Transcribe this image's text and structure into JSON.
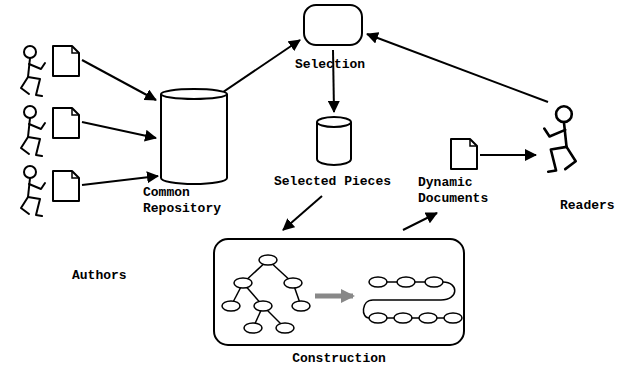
{
  "diagram": {
    "nodes": [
      {
        "text": [
          "Authors"
        ]
      },
      {
        "text": [
          "Common Repository"
        ]
      },
      {
        "text": [
          "Selection"
        ]
      },
      {
        "text": [
          "Selected Pieces"
        ]
      },
      {
        "text": [
          "Construction"
        ]
      },
      {
        "text": [
          "Dynamic Documents"
        ]
      },
      {
        "text": [
          "Readers"
        ]
      }
    ],
    "edges": [
      {
        "from": 0,
        "to": 1,
        "arrow": "to"
      },
      {
        "from": 0,
        "to": 1,
        "arrow": "to"
      },
      {
        "from": 0,
        "to": 1,
        "arrow": "to"
      },
      {
        "from": 1,
        "to": 2,
        "arrow": "to"
      },
      {
        "from": 2,
        "to": 3,
        "arrow": "to"
      },
      {
        "from": 3,
        "to": 4,
        "arrow": "to"
      },
      {
        "from": 4,
        "to": 5,
        "arrow": "to"
      },
      {
        "from": 5,
        "to": 6,
        "arrow": "to"
      },
      {
        "from": 6,
        "to": 2,
        "arrow": "to"
      }
    ]
  }
}
